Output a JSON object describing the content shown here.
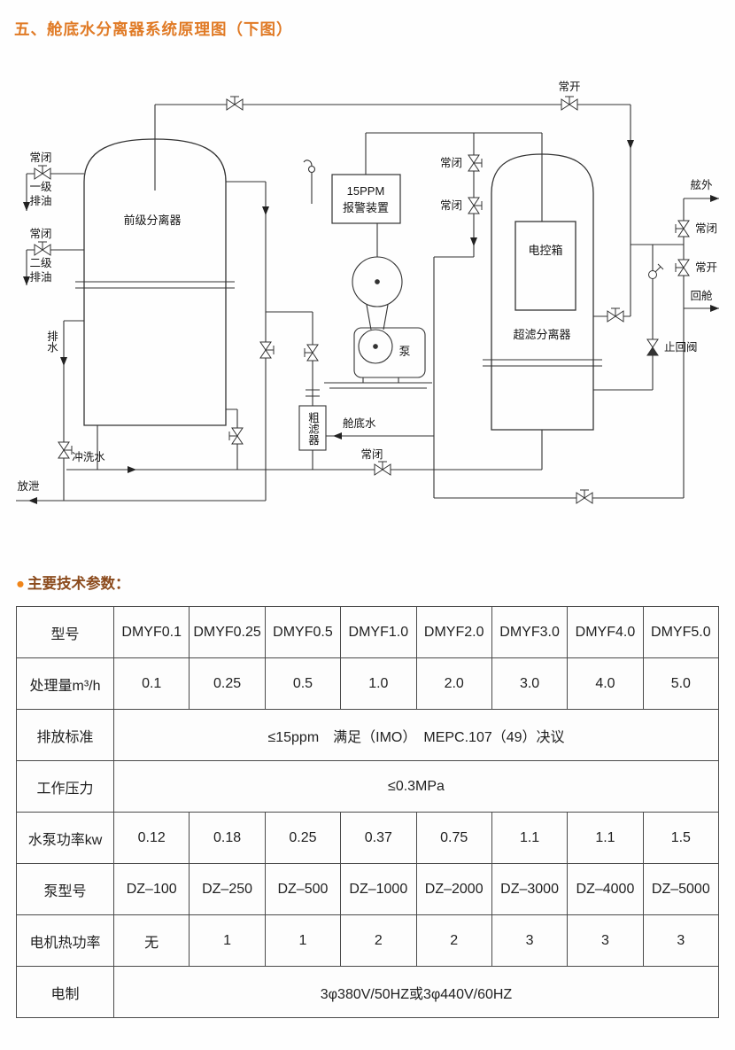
{
  "page": {
    "title": "五、舱底水分离器系统原理图（下图）",
    "params_bullet": "●",
    "params_heading": "主要技术参数："
  },
  "diagram": {
    "vessel_left": "前级分离器",
    "vessel_right": "超滤分离器",
    "control_box": "电控箱",
    "alarm_line1": "15PPM",
    "alarm_line2": "报警装置",
    "pump": "泵",
    "coarse_filter": "粗滤器",
    "bilge_water": "舱底水",
    "normally_open": "常开",
    "normally_closed": "常闭",
    "level1": "一级",
    "level2": "二级",
    "oil_drain": "排油",
    "drain_water": "排水",
    "flush_water": "冲洗水",
    "vent": "放泄",
    "outboard": "舷外",
    "return_cabin": "回舱",
    "check_valve": "止回阀"
  },
  "table": {
    "rows": [
      {
        "label": "型号",
        "values": [
          "DMYF0.1",
          "DMYF0.25",
          "DMYF0.5",
          "DMYF1.0",
          "DMYF2.0",
          "DMYF3.0",
          "DMYF4.0",
          "DMYF5.0"
        ]
      },
      {
        "label": "处理量m³/h",
        "values": [
          "0.1",
          "0.25",
          "0.5",
          "1.0",
          "2.0",
          "3.0",
          "4.0",
          "5.0"
        ]
      },
      {
        "label": "排放标准",
        "merged": "≤15ppm　满足（IMO）　MEPC.107（49）决议"
      },
      {
        "label": "工作压力",
        "merged": "≤0.3MPa"
      },
      {
        "label": "水泵功率kw",
        "values": [
          "0.12",
          "0.18",
          "0.25",
          "0.37",
          "0.75",
          "1.1",
          "1.1",
          "1.5"
        ]
      },
      {
        "label": "泵型号",
        "values": [
          "DZ–100",
          "DZ–250",
          "DZ–500",
          "DZ–1000",
          "DZ–2000",
          "DZ–3000",
          "DZ–4000",
          "DZ–5000"
        ]
      },
      {
        "label": "电机热功率",
        "values": [
          "无",
          "1",
          "1",
          "2",
          "2",
          "3",
          "3",
          "3"
        ]
      },
      {
        "label": "电制",
        "merged": "3φ380V/50HZ或3φ440V/60HZ"
      }
    ]
  },
  "colors": {
    "title": "#e07a25",
    "bullet": "#f08519",
    "heading": "#8b4a1c",
    "diagram_line": "#333333",
    "table_border": "#4a4a4a"
  }
}
